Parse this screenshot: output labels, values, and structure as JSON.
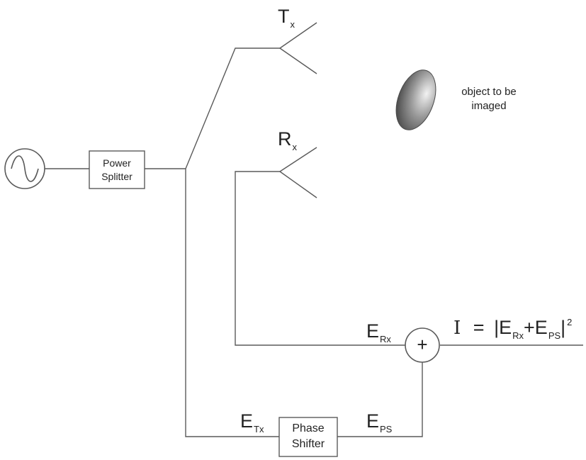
{
  "tx_antenna": {
    "main": "T",
    "sub": "x"
  },
  "rx_antenna": {
    "main": "R",
    "sub": "x"
  },
  "object": {
    "line1": "object to be",
    "line2": "imaged"
  },
  "power_splitter": {
    "line1": "Power",
    "line2": "Splitter"
  },
  "phase_shifter": {
    "line1": "Phase",
    "line2": "Shifter"
  },
  "signals": {
    "e_rx": {
      "main": "E",
      "sub": "Rx"
    },
    "e_tx": {
      "main": "E",
      "sub": "Tx"
    },
    "e_ps": {
      "main": "E",
      "sub": "PS"
    }
  },
  "combiner": {
    "symbol": "+"
  },
  "equation": {
    "intensity": "I",
    "equals": "=",
    "bar_open": "|",
    "e1": "E",
    "e1_sub": "Rx",
    "plus": "+",
    "e2": "E",
    "e2_sub": "PS",
    "bar_close": "|",
    "power": "2"
  },
  "colors": {
    "line": "#5a5a5a",
    "text": "#222222"
  }
}
